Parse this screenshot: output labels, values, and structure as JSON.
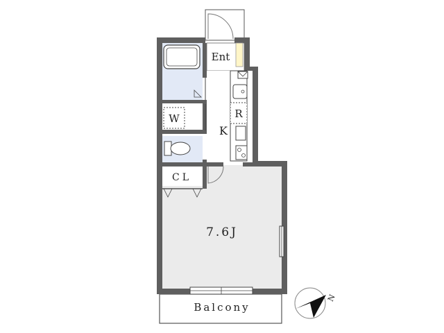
{
  "floorplan": {
    "entrance_label": "Ent",
    "kitchen_label": "K",
    "refrigerator_label": "R",
    "washer_label": "W",
    "closet_label": "CL",
    "room_size_label": "7.6J",
    "balcony_label": "Balcony",
    "compass_label": "N"
  },
  "colors": {
    "wall": "#5f5f5f",
    "room_floor": "#ebebeb",
    "wet_area": "#e2e9f6",
    "line": "#333333"
  }
}
